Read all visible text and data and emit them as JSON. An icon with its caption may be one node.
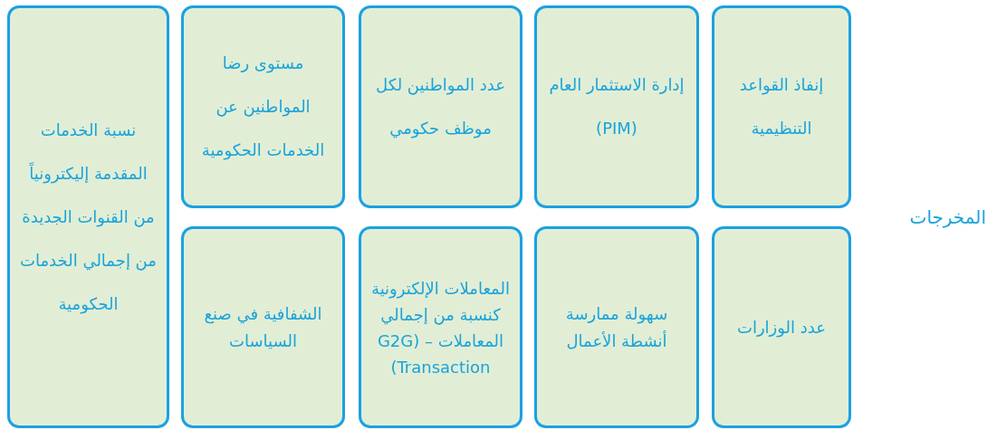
{
  "diagram": {
    "nodes": [
      {
        "text": [
          "إنفاذ القواعد التنظيمية"
        ]
      },
      {
        "text": [
          "إدارة الاستثمار العام (PIM)"
        ]
      },
      {
        "text": [
          "عدد المواطنين لكل موظف حكومي"
        ]
      },
      {
        "text": [
          "مستوى رضا المواطنين عن الخدمات الحكومية"
        ]
      },
      {
        "text": [
          "نسبة الخدمات المقدمة إليكترونياً من القنوات الجديدة من إجمالي الخدمات الحكومية"
        ]
      },
      {
        "text": [
          "عدد الوزارات"
        ]
      },
      {
        "text": [
          "سهولة ممارسة أنشطة الأعمال"
        ]
      },
      {
        "text": [
          "المعاملات الإلكترونية كنسبة من إجمالي المعاملات – (G2G Transaction)"
        ]
      },
      {
        "text": [
          "الشفافية في صنع السياسات"
        ]
      }
    ],
    "edges": [],
    "labels": [
      "المخرجات"
    ]
  }
}
